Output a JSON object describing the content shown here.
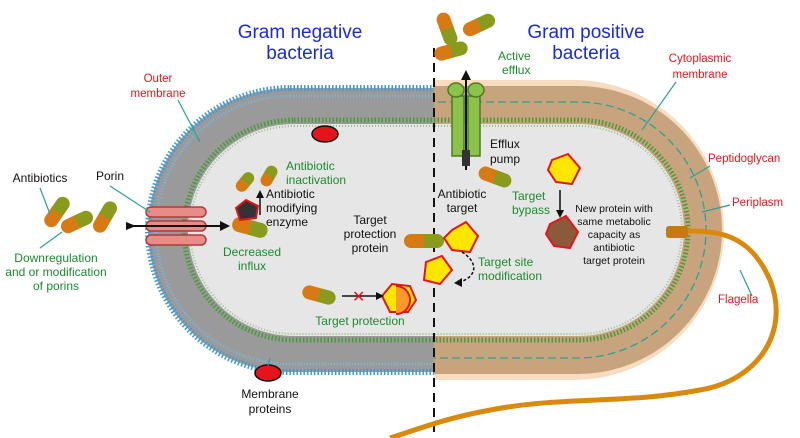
{
  "titles": {
    "gram_negative": [
      "Gram negative",
      "bacteria"
    ],
    "gram_positive": [
      "Gram positive",
      "bacteria"
    ]
  },
  "labels": {
    "outer_membrane": [
      "Outer",
      "membrane"
    ],
    "cytoplasmic_membrane": [
      "Cytoplasmic",
      "membrane"
    ],
    "peptidoglycan": "Peptidoglycan",
    "periplasm": "Periplasm",
    "flagella": "Flagella",
    "antibiotics": "Antibiotics",
    "porin": "Porin",
    "downregulation": [
      "Downregulation",
      "and or modification",
      "of porins"
    ],
    "antibiotic_inactivation": [
      "Antibiotic",
      "inactivation"
    ],
    "modifying_enzyme": [
      "Antibiotic",
      "modifying",
      "enzyme"
    ],
    "decreased_influx": [
      "Decreased",
      "influx"
    ],
    "target_protection_protein": [
      "Target",
      "protection",
      "protein"
    ],
    "target_protection": "Target protection",
    "antibiotic_target": [
      "Antibiotic",
      "target"
    ],
    "target_site_modification": [
      "Target site",
      "modification"
    ],
    "active_efflux": [
      "Active",
      "efflux"
    ],
    "efflux_pump": [
      "Efflux",
      "pump"
    ],
    "target_bypass": [
      "Target",
      "bypass"
    ],
    "new_protein": [
      "New protein with",
      "same metabolic",
      "capacity as",
      "antibiotic",
      "target protein"
    ],
    "membrane_proteins": [
      "Membrane",
      "proteins"
    ]
  },
  "colors": {
    "title_blue": "#1a2bd6",
    "label_red": "#e5141b",
    "label_green": "#1b8a2e",
    "capsule_orange": "#d77a14",
    "capsule_green": "#8a9a1c",
    "target_yellow": "#ffe600",
    "wall_tan": "#c8a47e",
    "cytoplasm_gray": "#e6e6e6",
    "membrane_blue": "#3c9ad6",
    "membrane_green": "#4a9a3a"
  }
}
